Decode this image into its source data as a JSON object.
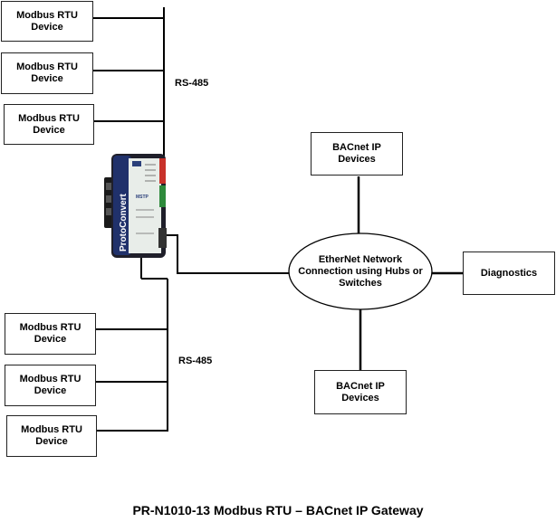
{
  "nodes": {
    "modbus_device_label": "Modbus RTU\nDevice",
    "rs485_label": "RS-485",
    "bacnet_device_label": "BACnet IP\nDevices",
    "network_label": "EtherNet Network\nConnection using Hubs or\nSwitches",
    "diagnostics_label": "Diagnostics",
    "gateway_brand": "ProtoConvert",
    "gateway_model": "MSTP"
  },
  "caption": "PR-N1010-13 Modbus RTU – BACnet IP Gateway"
}
